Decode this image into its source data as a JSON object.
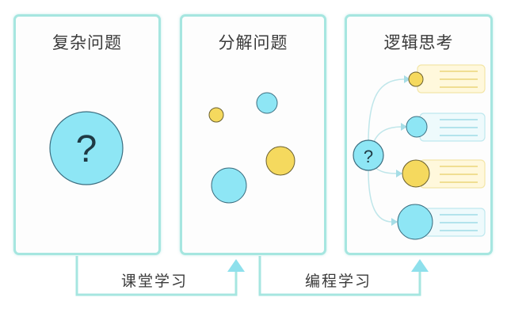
{
  "panels": [
    {
      "title": "复杂问题",
      "content": "single large question circle"
    },
    {
      "title": "分解问题",
      "content": "scattered sub-problem circles"
    },
    {
      "title": "逻辑思考",
      "content": "question branching to ordered items"
    }
  ],
  "question_mark": "?",
  "connectors": [
    {
      "label": "课堂学习",
      "from": "复杂问题",
      "to": "分解问题"
    },
    {
      "label": "编程学习",
      "from": "分解问题",
      "to": "逻辑思考"
    }
  ],
  "colors": {
    "border": "#a6e6e0",
    "blue_fill": "#8ee6f5",
    "yellow_fill": "#f5d95e",
    "stroke": "#3c6e80",
    "arrow": "#8ee0ec",
    "yellow_card": "#fff8dc",
    "blue_card": "#eefafc"
  }
}
